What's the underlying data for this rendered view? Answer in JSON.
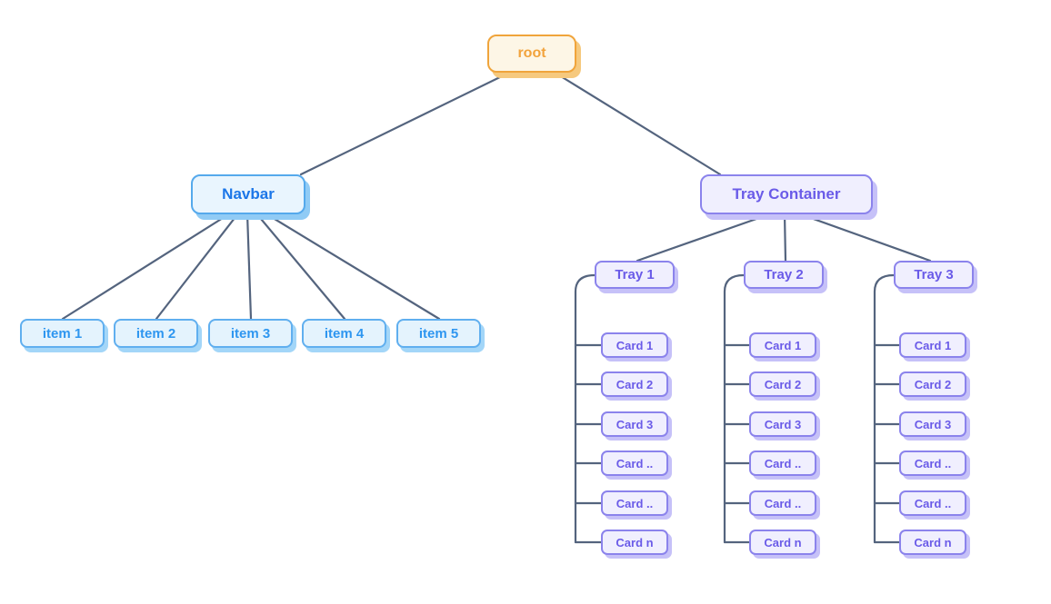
{
  "palette": {
    "edge_line": "#54647E",
    "root": {
      "bg": "#FDF6E6",
      "border": "#F0A43B",
      "text": "#F2A33C",
      "shadow": "#F6C97E"
    },
    "navbar": {
      "bg": "#E9F5FE",
      "border": "#55A9EC",
      "text": "#1B76E8",
      "shadow": "#90CBF5"
    },
    "item": {
      "bg": "#E4F3FD",
      "border": "#60AFEF",
      "text": "#2E96F0",
      "shadow": "#A3D6F8"
    },
    "tray": {
      "bg": "#F0EFFE",
      "border": "#8B83EC",
      "text": "#6A5BE8",
      "shadow": "#C6C1F8"
    }
  },
  "diagram": {
    "root": {
      "label": "root"
    },
    "navbar": {
      "label": "Navbar",
      "items": [
        {
          "label": "item 1"
        },
        {
          "label": "item 2"
        },
        {
          "label": "item 3"
        },
        {
          "label": "item 4"
        },
        {
          "label": "item 5"
        }
      ]
    },
    "tray_container": {
      "label": "Tray Container",
      "trays": [
        {
          "label": "Tray 1",
          "cards": [
            "Card 1",
            "Card 2",
            "Card 3",
            "Card ..",
            "Card ..",
            "Card n"
          ]
        },
        {
          "label": "Tray 2",
          "cards": [
            "Card 1",
            "Card 2",
            "Card 3",
            "Card ..",
            "Card ..",
            "Card n"
          ]
        },
        {
          "label": "Tray 3",
          "cards": [
            "Card 1",
            "Card 2",
            "Card 3",
            "Card ..",
            "Card ..",
            "Card n"
          ]
        }
      ]
    }
  }
}
